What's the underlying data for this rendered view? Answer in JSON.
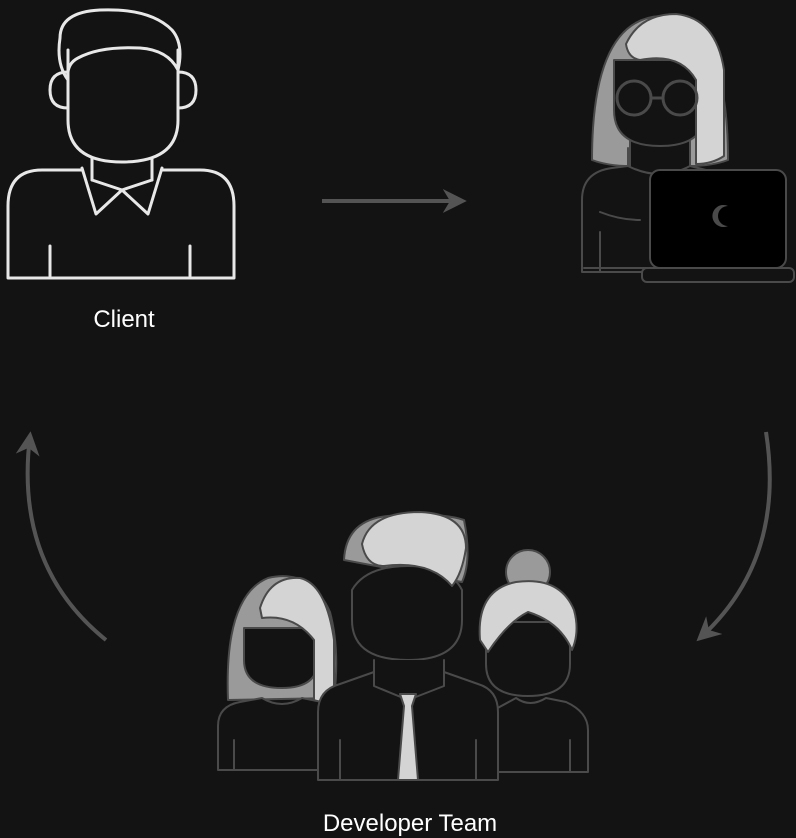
{
  "background_color": "#131313",
  "colors": {
    "outline_light": "#e8e8e8",
    "outline_mid": "#4a4a4a",
    "hair_light": "#d4d4d4",
    "hair_mid": "#9a9a9a",
    "arrow": "#545454"
  },
  "nodes": [
    {
      "id": "client",
      "icon": "client-man-icon",
      "label": "Client"
    },
    {
      "id": "freelancer",
      "icon": "woman-with-laptop-icon",
      "label": ""
    },
    {
      "id": "team",
      "icon": "developer-team-icon",
      "label": "Developer Team"
    }
  ],
  "edges": [
    {
      "from": "client",
      "to": "freelancer"
    },
    {
      "from": "freelancer",
      "to": "team"
    },
    {
      "from": "team",
      "to": "client"
    }
  ]
}
